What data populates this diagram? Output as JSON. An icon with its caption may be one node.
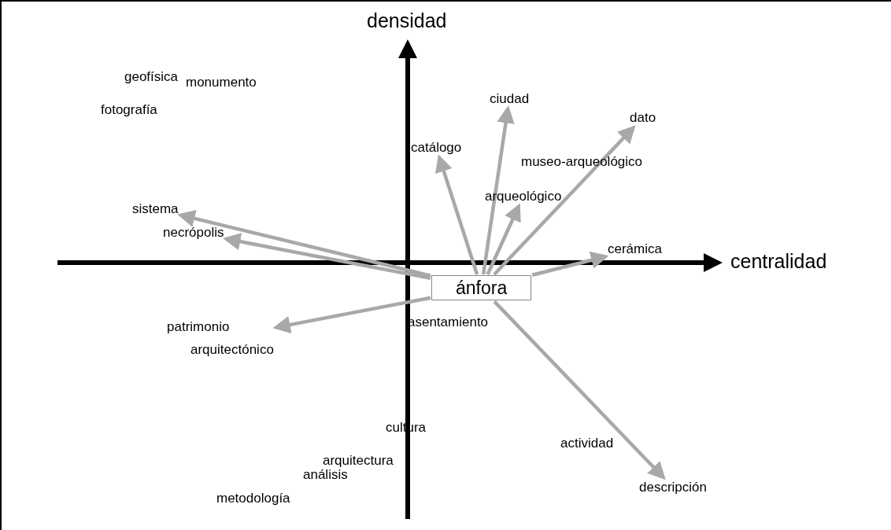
{
  "diagram": {
    "nodes": [
      {
        "text": [
          "ciudad"
        ]
      },
      {
        "text": [
          "dato"
        ]
      },
      {
        "text": [
          "catálogo"
        ]
      },
      {
        "text": [
          "arqueológico"
        ]
      },
      {
        "text": [
          "sistema"
        ]
      },
      {
        "text": [
          "necrópolis"
        ]
      },
      {
        "text": [
          "cerámica"
        ]
      },
      {
        "text": [
          "ánfora"
        ]
      },
      {
        "text": [
          "patrimonio",
          "arquitectónico"
        ]
      },
      {
        "text": [
          "descripción"
        ]
      }
    ],
    "edges": [
      {
        "from": 7,
        "to": 2,
        "arrow": "to"
      },
      {
        "from": 7,
        "to": 0,
        "arrow": "to"
      },
      {
        "from": 7,
        "to": 3,
        "arrow": "to"
      },
      {
        "from": 7,
        "to": 1,
        "arrow": "to"
      },
      {
        "from": 7,
        "to": 6,
        "arrow": "to"
      },
      {
        "from": 7,
        "to": 4,
        "arrow": "to"
      },
      {
        "from": 7,
        "to": 5,
        "arrow": "to"
      },
      {
        "from": 7,
        "to": 8,
        "arrow": "to"
      },
      {
        "from": 7,
        "to": 9,
        "arrow": "to"
      }
    ],
    "labels": [
      "densidad",
      "geofísica",
      "monumento",
      "fotografía",
      "museo-arqueológico",
      "centralidad",
      "asentamiento",
      "cultura",
      "actividad",
      "arquitectura",
      "análisis",
      "metodología"
    ]
  }
}
